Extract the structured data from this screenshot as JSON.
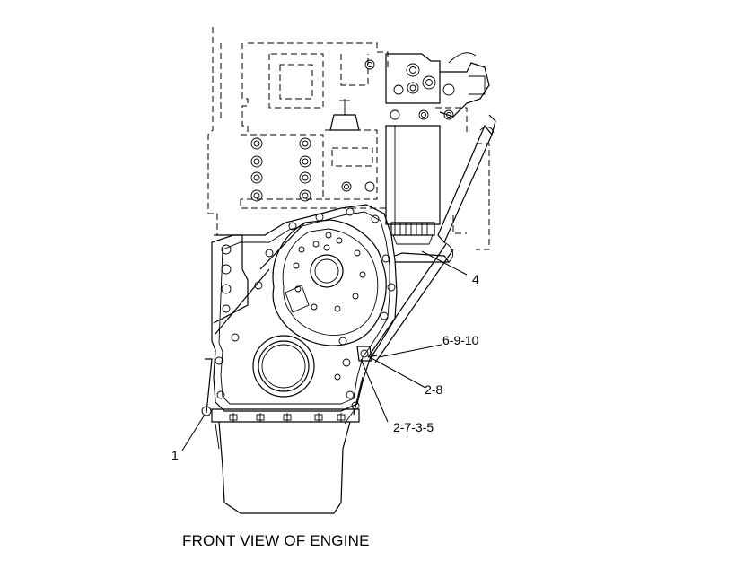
{
  "diagram": {
    "caption": "FRONT VIEW OF ENGINE",
    "callouts": {
      "c1": "1",
      "c4": "4",
      "c6910": "6-9-10",
      "c28": "2-8",
      "c2735": "2-7-3-5"
    }
  }
}
